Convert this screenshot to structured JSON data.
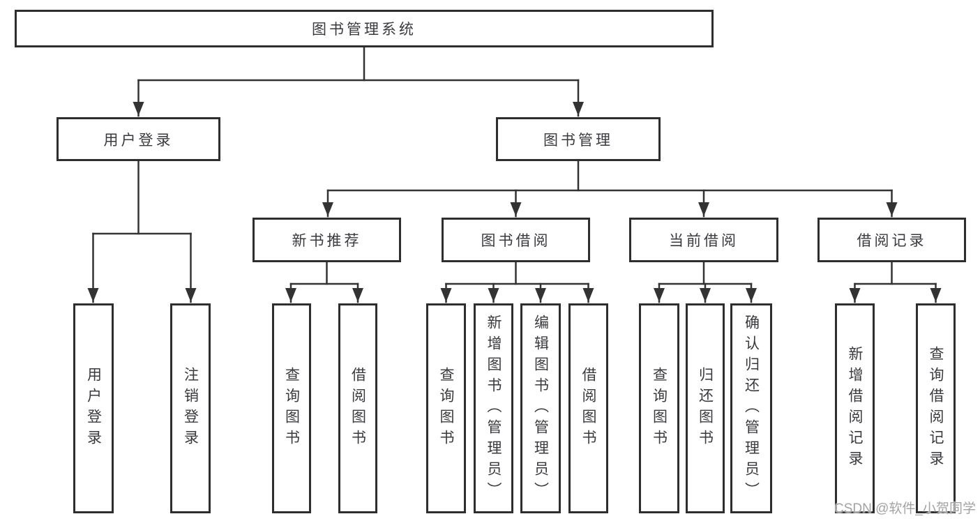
{
  "nodes": {
    "root": "图书管理系统",
    "user_login": "用户登录",
    "book_mgmt": "图书管理",
    "new_books": "新书推荐",
    "book_borrow": "图书借阅",
    "current_borrow": "当前借阅",
    "borrow_records": "借阅记录"
  },
  "leaves": [
    {
      "label": "用户登录"
    },
    {
      "label": "注销登录"
    },
    {
      "label": "查询图书"
    },
    {
      "label": "借阅图书"
    },
    {
      "label": "查询图书"
    },
    {
      "label": "新增图书（管理员）"
    },
    {
      "label": "编辑图书（管理员）"
    },
    {
      "label": "借阅图书"
    },
    {
      "label": "查询图书"
    },
    {
      "label": "归还图书"
    },
    {
      "label": "确认归还（管理员）"
    },
    {
      "label": "新增借阅记录"
    },
    {
      "label": "查询借阅记录"
    }
  ],
  "watermark": "CSDN @软件_小贺同学",
  "colors": {
    "line": "#333333",
    "border": "#2e2e2e",
    "text": "#3a3a3e",
    "watermark": "#a3a3a3",
    "background": "#ffffff"
  }
}
